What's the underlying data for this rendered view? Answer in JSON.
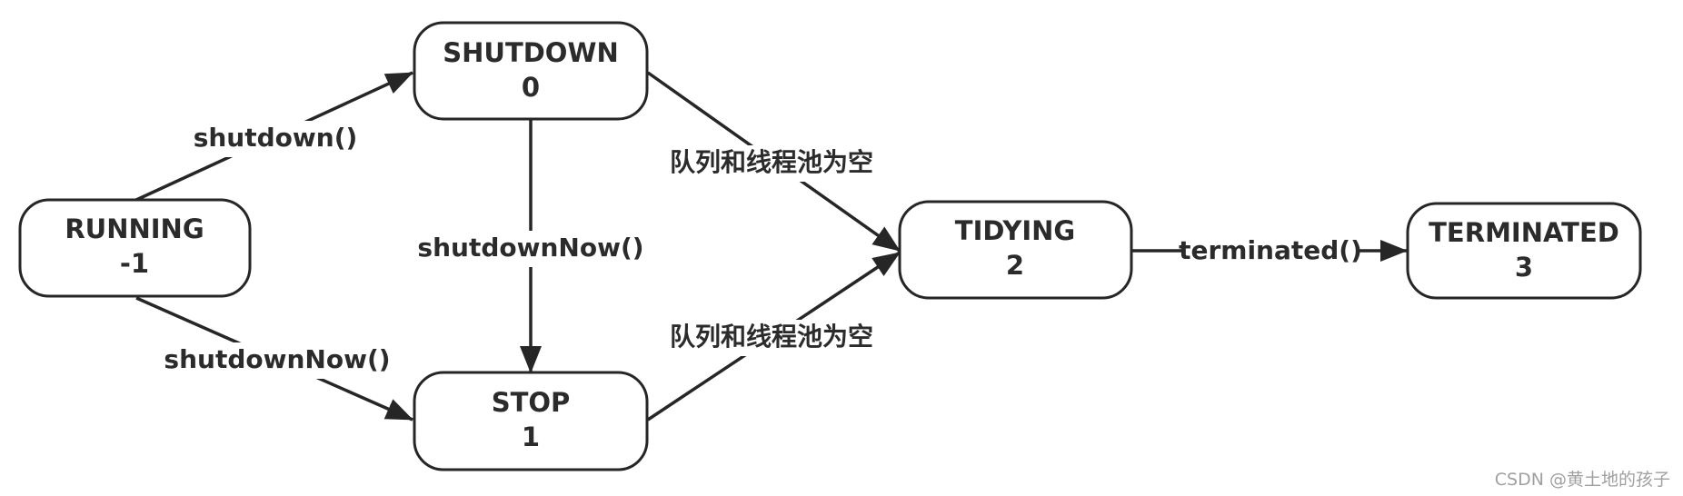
{
  "diagram": {
    "type": "state-transition",
    "nodes": [
      {
        "id": "running",
        "title": "RUNNING",
        "value": "-1"
      },
      {
        "id": "shutdown",
        "title": "SHUTDOWN",
        "value": "0"
      },
      {
        "id": "stop",
        "title": "STOP",
        "value": "1"
      },
      {
        "id": "tidying",
        "title": "TIDYING",
        "value": "2"
      },
      {
        "id": "terminated",
        "title": "TERMINATED",
        "value": "3"
      }
    ],
    "edges": [
      {
        "id": "running-shutdown",
        "from": "running",
        "to": "shutdown",
        "label": "shutdown()"
      },
      {
        "id": "running-stop",
        "from": "running",
        "to": "stop",
        "label": "shutdownNow()"
      },
      {
        "id": "shutdown-stop",
        "from": "shutdown",
        "to": "stop",
        "label": "shutdownNow()"
      },
      {
        "id": "shutdown-tidying",
        "from": "shutdown",
        "to": "tidying",
        "label": "队列和线程池为空"
      },
      {
        "id": "stop-tidying",
        "from": "stop",
        "to": "tidying",
        "label": "队列和线程池为空"
      },
      {
        "id": "tidying-terminated",
        "from": "tidying",
        "to": "terminated",
        "label": "terminated()"
      }
    ]
  },
  "watermark": "CSDN @黄土地的孩子"
}
